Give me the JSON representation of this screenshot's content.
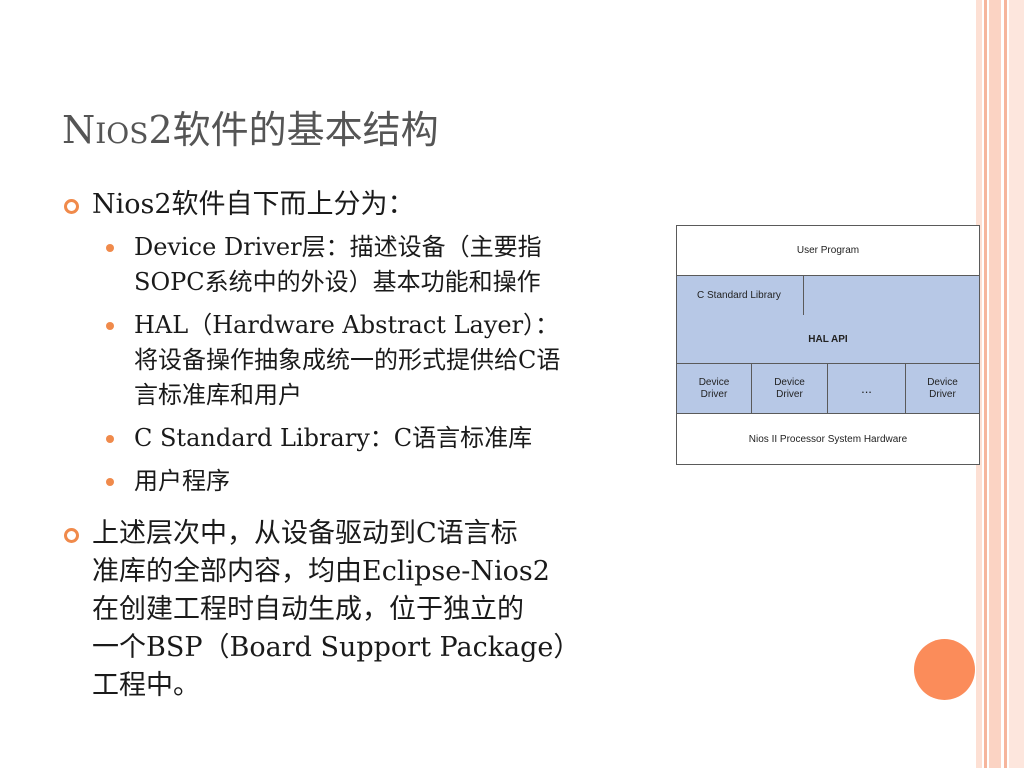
{
  "slide": {
    "title_prefix_big": "N",
    "title_prefix_small": "IOS",
    "title_rest": "2软件的基本结构"
  },
  "items": [
    {
      "text": "Nios2软件自下而上分为：",
      "subitems": [
        {
          "line1": "Device Driver层：描述设备（主要指",
          "line2": "SOPC系统中的外设）基本功能和操作"
        },
        {
          "line1": "HAL（Hardware Abstract Layer）：",
          "line2": "将设备操作抽象成统一的形式提供给C语",
          "line3": "言标准库和用户"
        },
        {
          "line1": "C Standard Library：C语言标准库"
        },
        {
          "line1": "用户程序"
        }
      ]
    },
    {
      "lines": [
        "上述层次中，从设备驱动到C语言标",
        "准库的全部内容，均由Eclipse-Nios2",
        "在创建工程时自动生成，位于独立的",
        "一个BSP（Board Support Package）",
        "工程中。"
      ]
    }
  ],
  "diagram": {
    "user_program": "User Program",
    "c_standard_library": "C  Standard Library",
    "hal_api": "HAL API",
    "drivers": [
      {
        "line1": "Device",
        "line2": "Driver"
      },
      {
        "line1": "Device",
        "line2": "Driver"
      },
      {
        "line1": "..."
      },
      {
        "line1": "Device",
        "line2": "Driver"
      }
    ],
    "hardware": "Nios II Processor System Hardware"
  },
  "colors": {
    "accent": "#f08a4b",
    "circle": "#fb8c5a",
    "diagram_fill": "#b7c8e6",
    "title": "#555555"
  }
}
